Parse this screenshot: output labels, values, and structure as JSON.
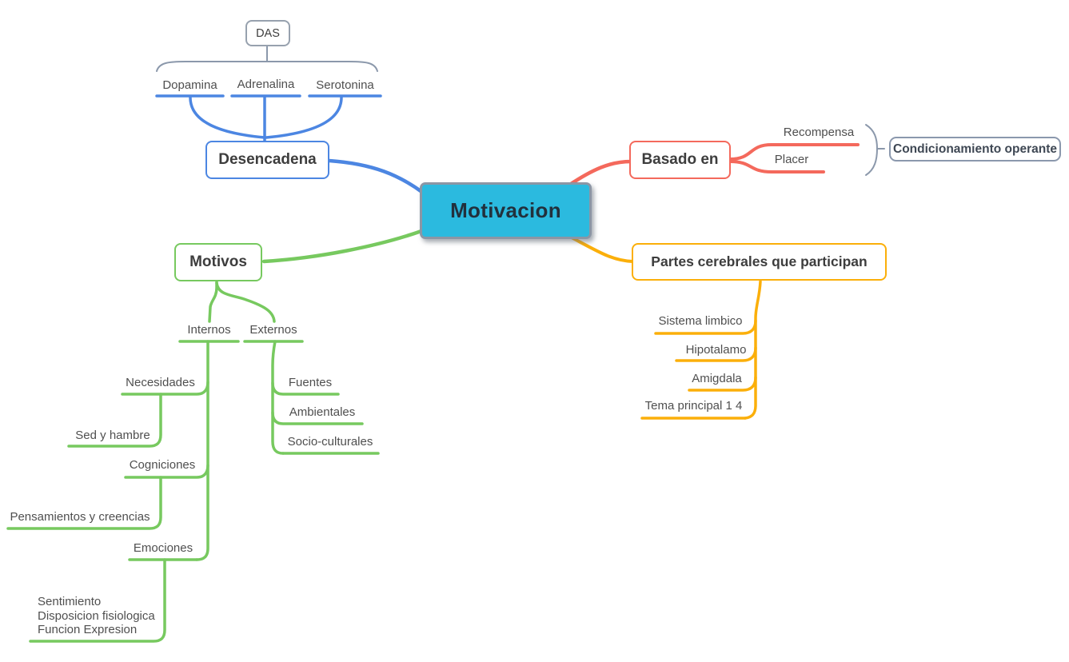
{
  "mindmap": {
    "root": {
      "label": "Motivacion"
    },
    "desencadena": {
      "label": "Desencadena",
      "summary_label": "DAS",
      "children": [
        {
          "label": "Dopamina"
        },
        {
          "label": "Adrenalina"
        },
        {
          "label": "Serotonina"
        }
      ]
    },
    "basado_en": {
      "label": "Basado en",
      "children": [
        {
          "label": "Recompensa"
        },
        {
          "label": "Placer"
        }
      ],
      "summary_label": "Condicionamiento operante"
    },
    "partes_cerebrales": {
      "label": "Partes cerebrales que participan",
      "children": [
        {
          "label": "Sistema limbico"
        },
        {
          "label": "Hipotalamo"
        },
        {
          "label": "Amigdala"
        },
        {
          "label": "Tema principal 1 4"
        }
      ]
    },
    "motivos": {
      "label": "Motivos",
      "internos": {
        "label": "Internos",
        "necesidades": {
          "label": "Necesidades",
          "child": "Sed y hambre"
        },
        "cogniciones": {
          "label": "Cogniciones",
          "child": "Pensamientos y creencias"
        },
        "emociones": {
          "label": "Emociones",
          "detail": [
            "Sentimiento",
            "Disposicion fisiologica",
            "Funcion Expresion"
          ]
        }
      },
      "externos": {
        "label": "Externos",
        "children": [
          {
            "label": "Fuentes"
          },
          {
            "label": "Ambientales"
          },
          {
            "label": "Socio-culturales"
          }
        ]
      }
    }
  },
  "colors": {
    "root_fill": "#2bbadf",
    "root_border": "#8b96a5",
    "branch_blue": "#4c86e2",
    "branch_red": "#f4695c",
    "branch_yellow": "#fbaf0a",
    "branch_green": "#77c95f",
    "summary_gray": "#8b98ab",
    "text": "#4f4f4f",
    "background": "#ffffff"
  }
}
